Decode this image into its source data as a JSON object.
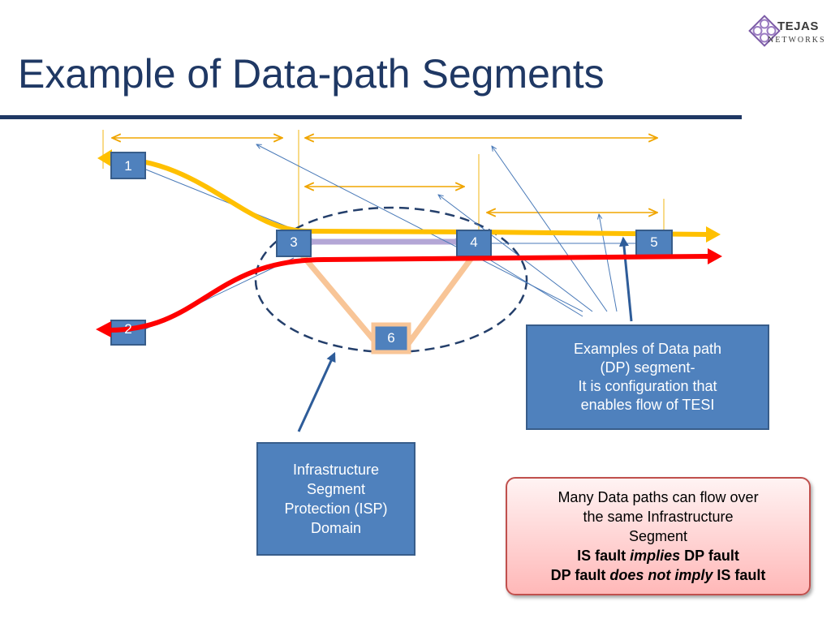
{
  "slide": {
    "title": "Example of Data-path Segments"
  },
  "logo": {
    "word1": "TEJAS",
    "word2": "NETWORKS"
  },
  "nodes": [
    {
      "id": "1"
    },
    {
      "id": "2"
    },
    {
      "id": "3"
    },
    {
      "id": "4"
    },
    {
      "id": "5"
    },
    {
      "id": "6"
    }
  ],
  "callouts": {
    "dp_segment": {
      "line1": "Examples of Data path",
      "line2": "(DP) segment-",
      "line3": "It is configuration that",
      "line4": "enables flow of TESI"
    },
    "isp_domain": {
      "line1": "Infrastructure",
      "line2": "Segment",
      "line3": "Protection  (ISP)",
      "line4": "Domain"
    }
  },
  "note": {
    "line1": "Many Data paths can flow over",
    "line2": "the same Infrastructure",
    "line3": "Segment",
    "line4a": "IS fault ",
    "line4b": "implies",
    "line4c": " DP fault",
    "line5a": "DP fault ",
    "line5b": "does not imply",
    "line5c": " IS fault"
  },
  "colors": {
    "title": "#1f3864",
    "yellow_path": "#ffc000",
    "red_path": "#ff0000",
    "node_fill": "#4f81bd",
    "ring_link": "#f8c597",
    "protection_link": "#b4a7d6",
    "pointer": "#4a7ab8"
  }
}
